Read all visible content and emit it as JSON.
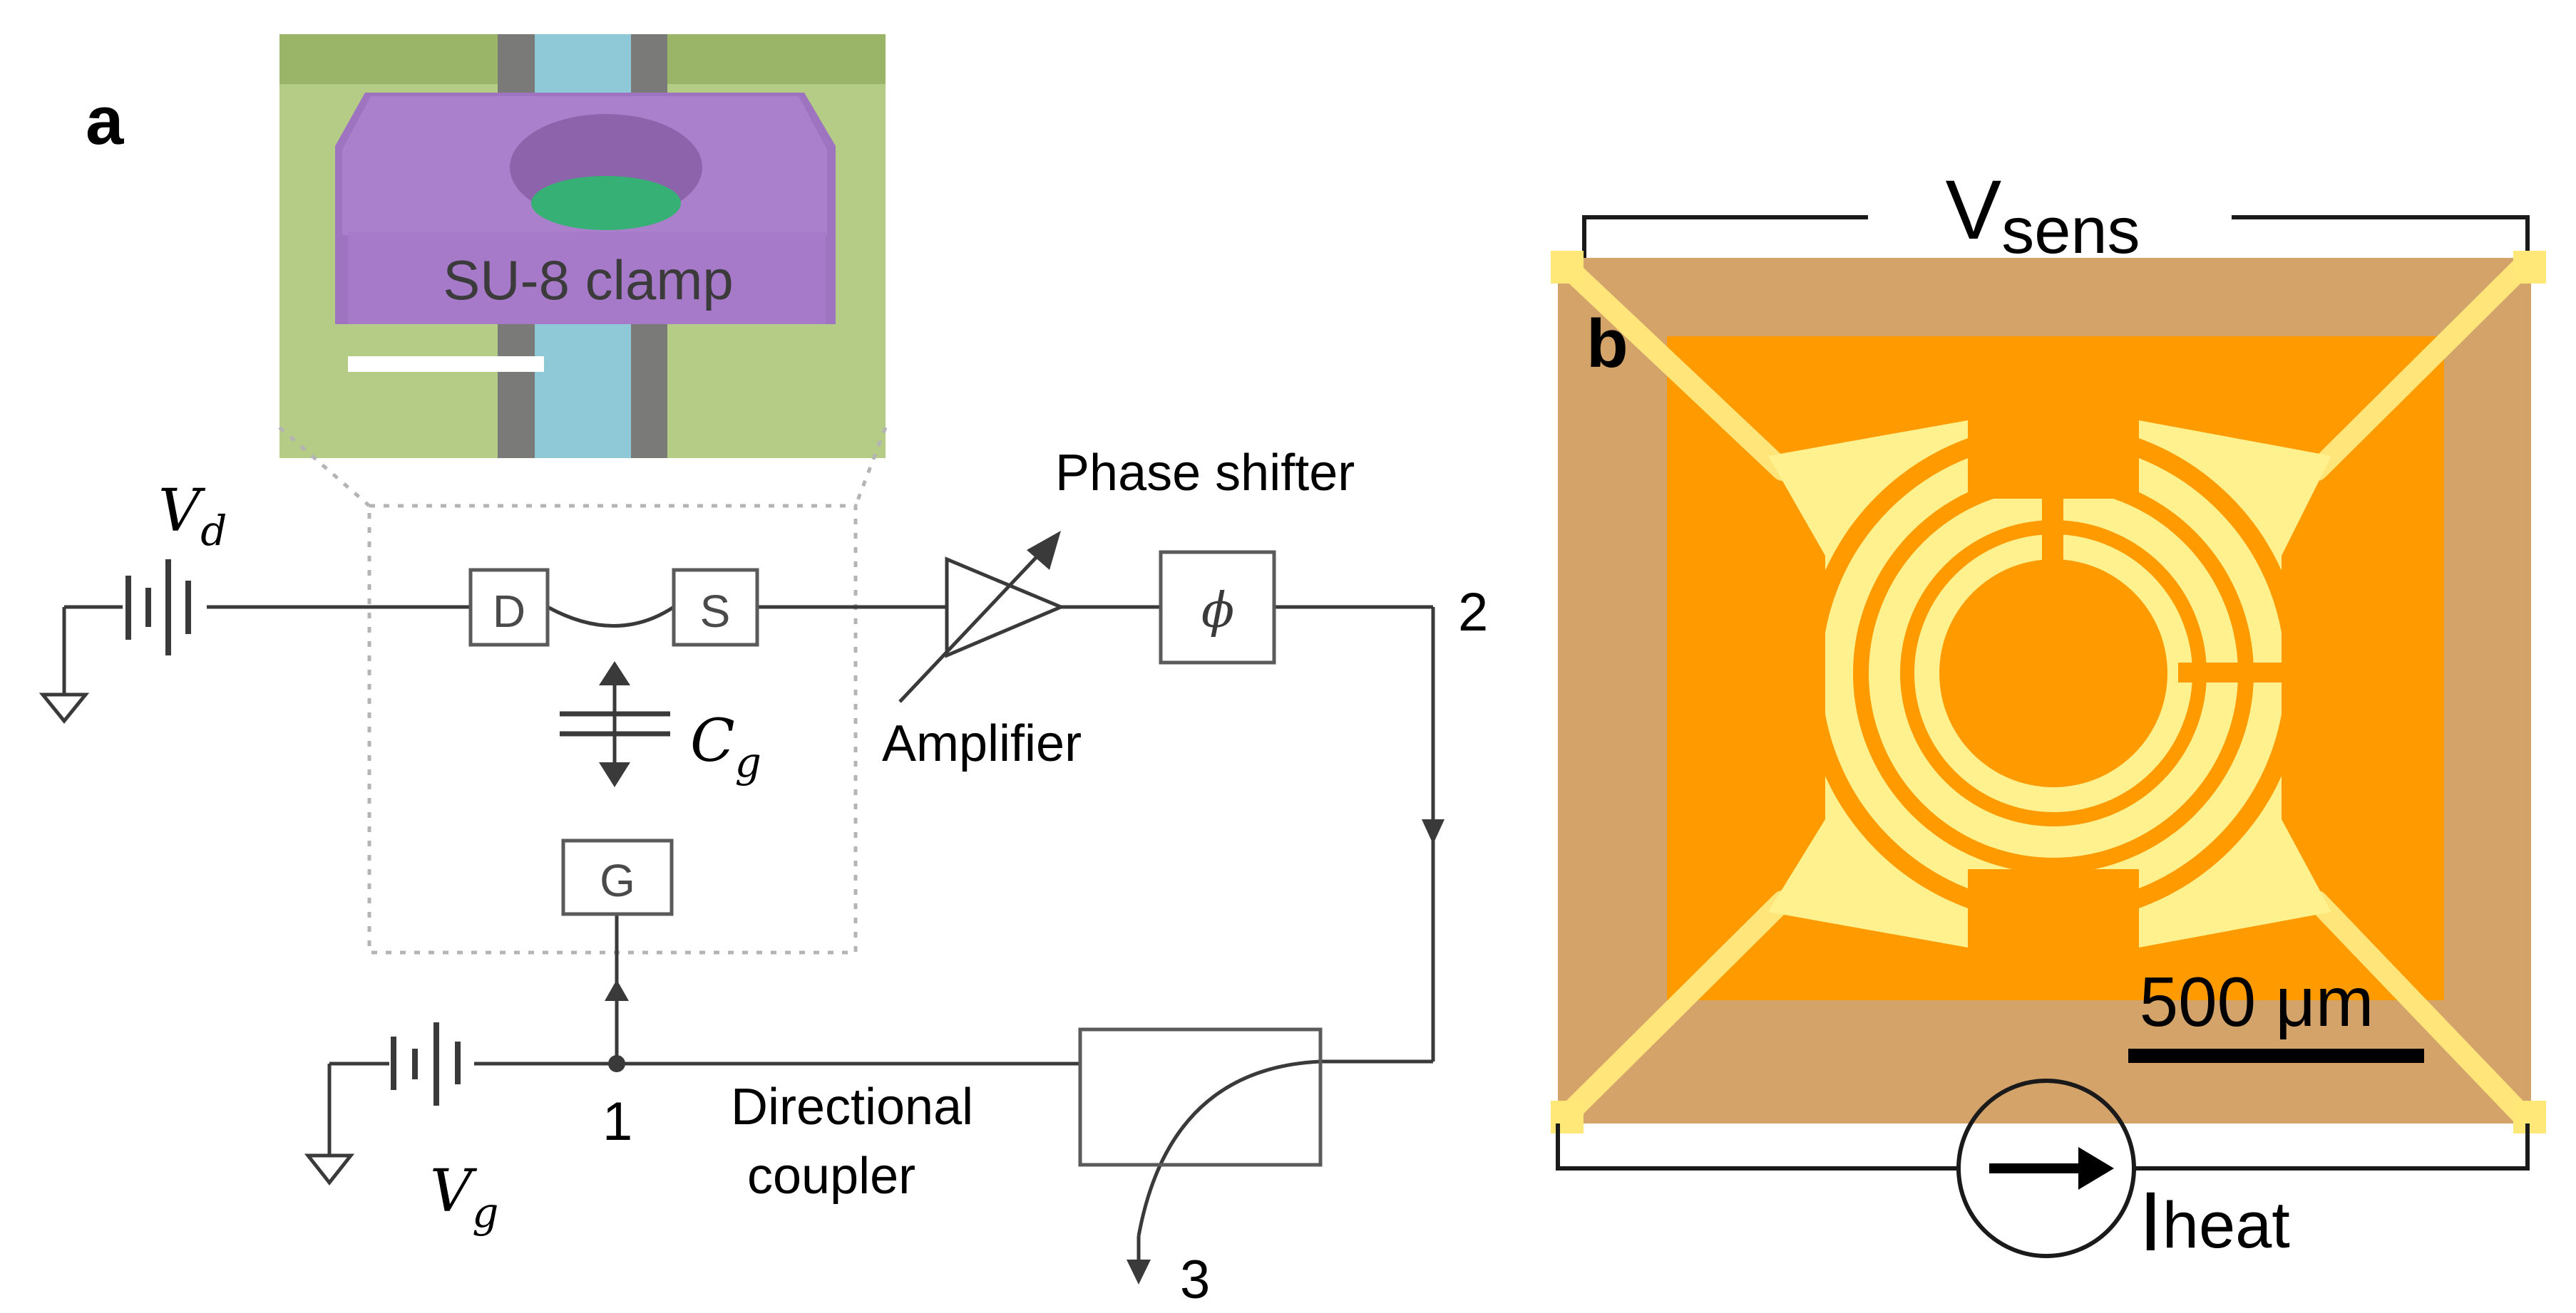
{
  "panel_a": {
    "label": "a",
    "inset_text": "SU-8 clamp",
    "labels": {
      "vd_main": "V",
      "vd_sub": "d",
      "cg_main": "C",
      "cg_sub": "g",
      "vg_main": "V",
      "vg_sub": "g",
      "drain": "D",
      "source": "S",
      "gate": "G",
      "phase_symbol": "ϕ",
      "phase_shifter": "Phase shifter",
      "amplifier": "Amplifier",
      "directional": "Directional",
      "coupler": "coupler",
      "port1": "1",
      "port2": "2",
      "port3": "3"
    }
  },
  "panel_b": {
    "label": "b",
    "v_main": "V",
    "v_sub": "sens",
    "i_main": "I",
    "i_sub": "heat",
    "scale_text": "500 μm"
  },
  "colors": {
    "su8_clamp": "#a77ac9",
    "green_pad": "#b7cf86",
    "blue_channel": "#8cc7d4",
    "orange_substrate": "#ff9a00",
    "tan_border": "#d3a269",
    "yellow_metal": "#ffe878"
  }
}
